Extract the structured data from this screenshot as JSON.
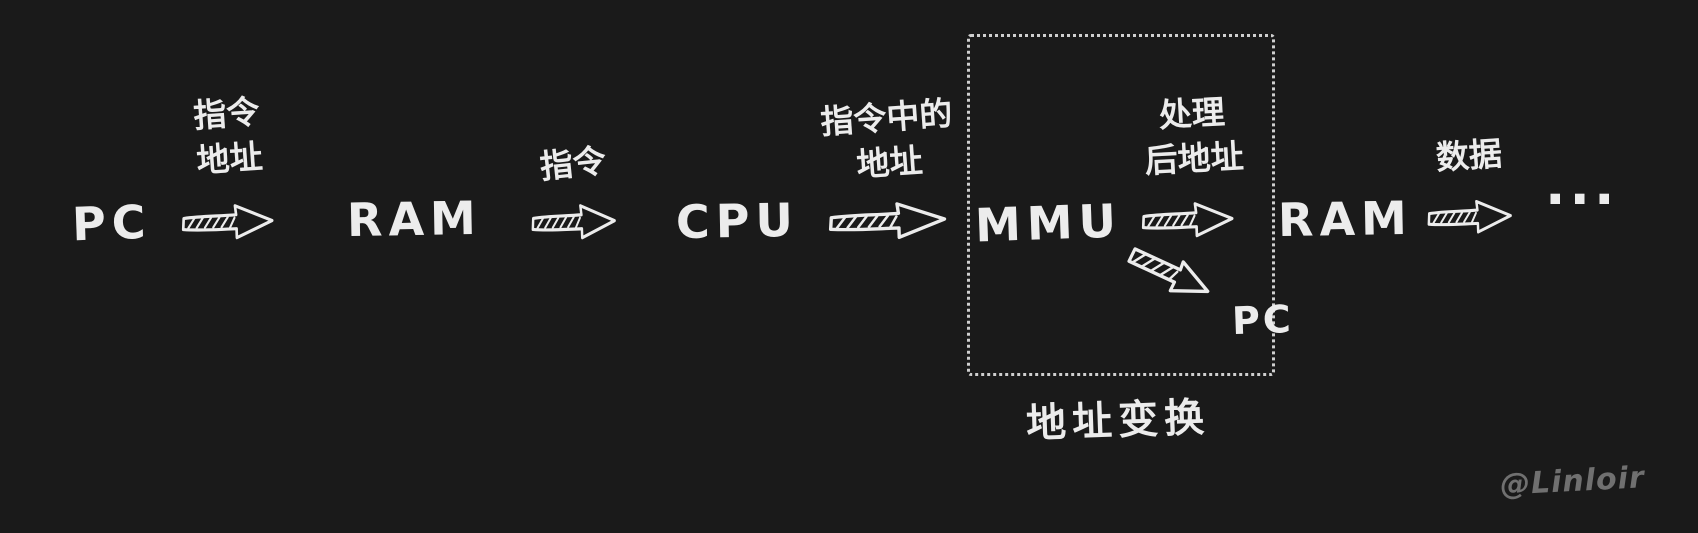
{
  "diagram": {
    "background": "#1a1a1a",
    "ink": "#ececec",
    "box_border": "#cfcfcf",
    "watermark_color": "#707070",
    "nodes": {
      "pc": "PC",
      "ram1": "RAM",
      "cpu": "CPU",
      "mmu": "MMU",
      "ram2": "RAM",
      "ellipsis": "···"
    },
    "arrows": {
      "a1": {
        "line1": "指令",
        "line2": "地址"
      },
      "a2": {
        "line1": "指令"
      },
      "a3": {
        "line1": "指令中的",
        "line2": "地址"
      },
      "a4": {
        "line1": "处理",
        "line2": "后地址"
      },
      "a5": {
        "line1": "数据"
      }
    },
    "translation_box": {
      "caption": "地址变换",
      "pc_feedback": "PC"
    },
    "watermark": "@Linloir"
  }
}
